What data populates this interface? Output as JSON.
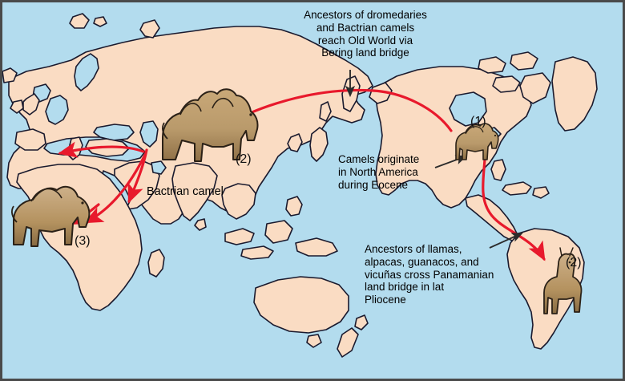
{
  "figure": {
    "title": "Camel evolutionary migration map",
    "ocean_color": "#b3dcee",
    "land_color": "#fadcc3",
    "coast_color": "#1a1a2e",
    "route_color": "#e8192c",
    "leader_color": "#2b2b2b",
    "frame_color": "#4a4a4a"
  },
  "annotations": {
    "bering": "Ancestors of dromedaries\nand Bactrian camels\nreach Old World via\nBering land bridge",
    "origin": "Camels originate\nin North America\nduring Eocene",
    "panama": "Ancestors of llamas,\nalpacas, guanacos, and\nvicuñas cross Panamanian\nland bridge in lat\nPliocene"
  },
  "labels": {
    "bactrian": "Bactrian camel"
  },
  "markers": {
    "north_america": "(1)",
    "south_america": "(2)",
    "central_asia": "(2)",
    "africa": "(3)"
  },
  "icons": {
    "bactrian_camel": "bactrian-camel-icon",
    "dromedary_camel": "dromedary-camel-icon",
    "llama": "llama-icon",
    "north_america_camel": "north-america-camel-icon"
  }
}
